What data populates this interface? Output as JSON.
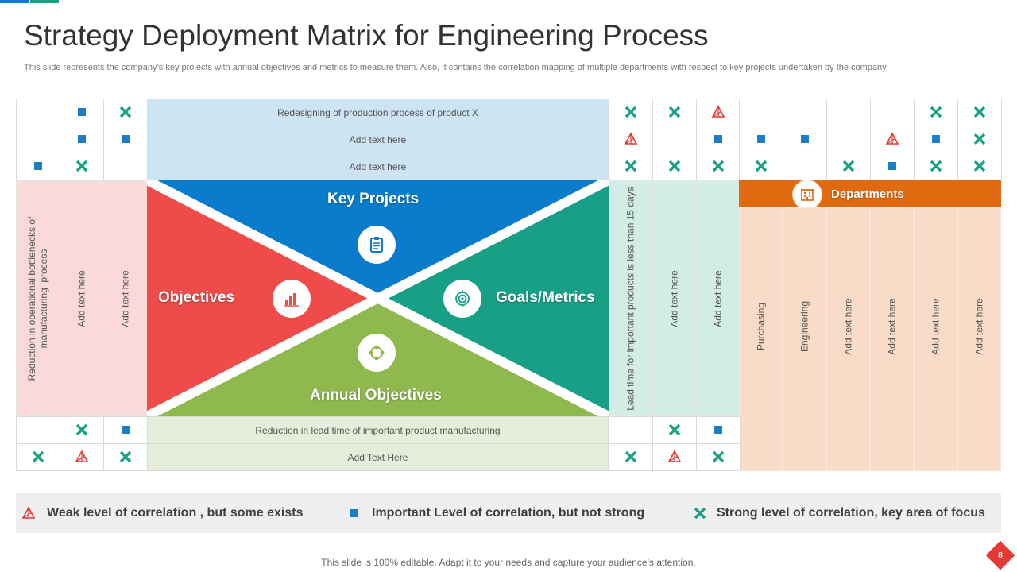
{
  "slide": {
    "title": "Strategy Deployment Matrix for Engineering Process",
    "subtitle": "This slide represents the company’s key projects with annual objectives and metrics to measure them. Also, it contains the correlation mapping of multiple departments with respect to key projects undertaken by the company.",
    "footer": "This slide is 100% editable. Adapt it to your needs and capture your audience’s attention.",
    "page_number": "8"
  },
  "colors": {
    "key_projects": "#0b7ccc",
    "objectives": "#ef4b4b",
    "goals_metrics": "#17a085",
    "annual_objectives": "#8fb84e",
    "departments_header": "#e06a10",
    "weak_mark": "#e53935",
    "important_mark": "#1a7fc4",
    "strong_mark": "#1aa187"
  },
  "quadrants": {
    "key_projects": "Key Projects",
    "objectives": "Objectives",
    "goals_metrics": "Goals/Metrics",
    "annual_objectives": "Annual Objectives",
    "key_projects_icon": "clipboard-icon",
    "objectives_icon": "bar-chart-icon",
    "goals_metrics_icon": "target-icon",
    "annual_objectives_icon": "cycle-icon"
  },
  "key_projects": [
    "Redesigning of production process of product X",
    "Add text here",
    "Add text here"
  ],
  "annual_objectives": [
    "Reduction in lead time of important product manufacturing",
    "Add Text Here"
  ],
  "objectives": [
    "Reduction in operational bottlenecks of\nmanufacturing  process",
    "Add text here",
    "Add text here"
  ],
  "goals_metrics": [
    "Lead time for important products is less than 15 days",
    "Add text here",
    "Add text here"
  ],
  "departments": {
    "header": "Departments",
    "icon": "building-icon",
    "items": [
      "Purchasing",
      "Engineering",
      "Add text here",
      "Add text here",
      "Add text here",
      "Add text here"
    ]
  },
  "matrix": {
    "objectives_vs_key_projects": [
      [
        "",
        "I",
        "S"
      ],
      [
        "",
        "I",
        "I"
      ],
      [
        "I",
        "S",
        ""
      ]
    ],
    "goals_vs_key_projects": [
      [
        "S",
        "S",
        "W"
      ],
      [
        "W",
        "",
        "I"
      ],
      [
        "S",
        "S",
        "S"
      ]
    ],
    "departments_vs_key_projects": [
      [
        "",
        "",
        "",
        "",
        "S",
        "S"
      ],
      [
        "I",
        "I",
        "",
        "W",
        "I",
        "S"
      ],
      [
        "S",
        "",
        "S",
        "I",
        "S",
        "S"
      ]
    ],
    "objectives_vs_annual": [
      [
        "",
        "S",
        "I"
      ],
      [
        "S",
        "W",
        "S"
      ]
    ],
    "goals_vs_annual": [
      [
        "",
        "S",
        "I"
      ],
      [
        "S",
        "W",
        "S"
      ]
    ]
  },
  "legend": {
    "weak": "Weak level of correlation , but some exists",
    "important": "Important Level of correlation, but not strong",
    "strong": "Strong level of correlation, key area of focus",
    "weak_icon": "triangle-mark-icon",
    "important_icon": "square-mark-icon",
    "strong_icon": "cross-mark-icon"
  }
}
